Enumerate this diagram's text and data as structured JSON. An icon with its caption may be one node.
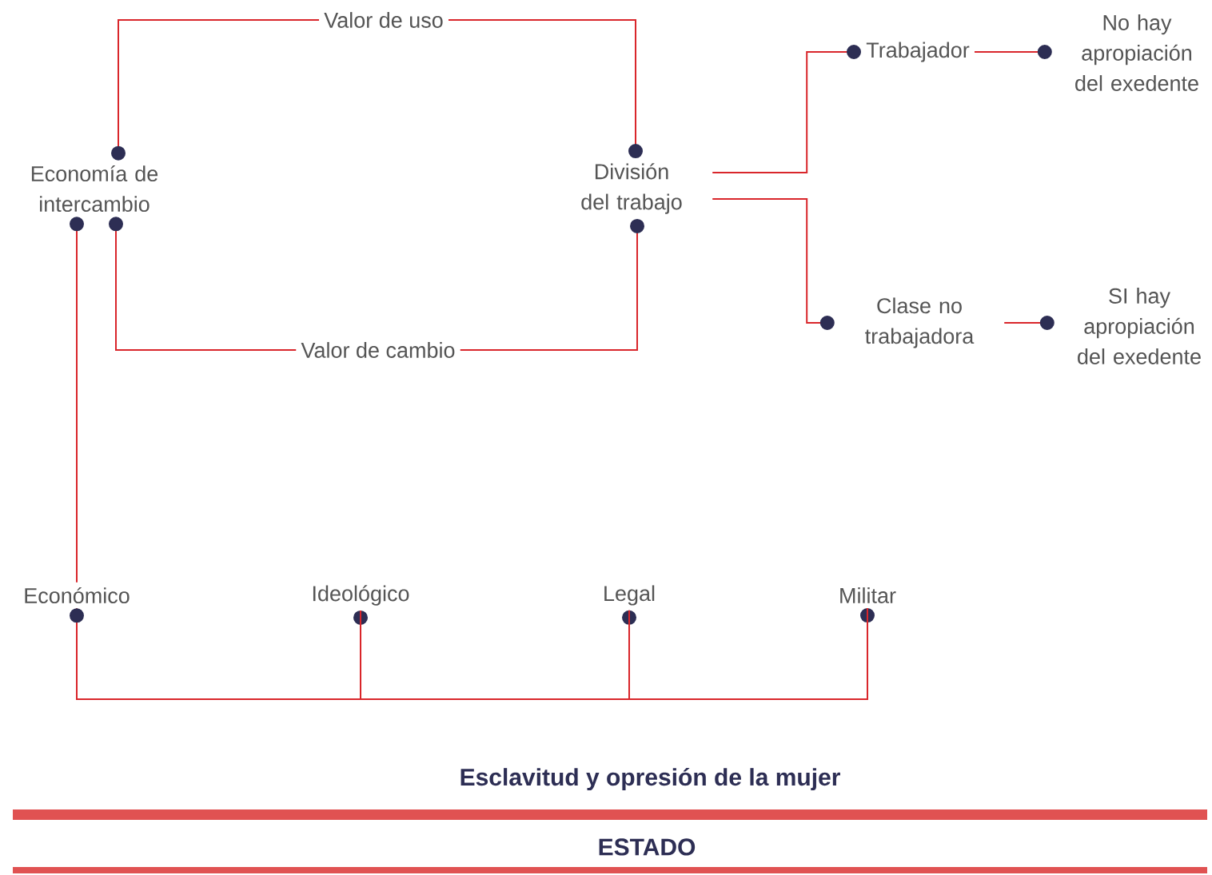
{
  "diagram": {
    "nodes": [
      {
        "text": [
          "Valor de uso"
        ]
      },
      {
        "text": [
          "Economía de intercambio"
        ]
      },
      {
        "text": [
          "División del trabajo"
        ]
      },
      {
        "text": [
          "Trabajador"
        ]
      },
      {
        "text": [
          "No hay apropiación del exedente"
        ]
      },
      {
        "text": [
          "Clase no trabajadora"
        ]
      },
      {
        "text": [
          "SI hay apropiación del exedente"
        ]
      },
      {
        "text": [
          "Valor de cambio"
        ]
      },
      {
        "text": [
          "Económico"
        ]
      },
      {
        "text": [
          "Ideológico"
        ]
      },
      {
        "text": [
          "Legal"
        ]
      },
      {
        "text": [
          "Militar"
        ]
      }
    ],
    "edges": [
      {
        "from": 0,
        "to": 1,
        "arrow": "other"
      },
      {
        "from": 0,
        "to": 2,
        "arrow": "other"
      },
      {
        "from": 7,
        "to": 1,
        "arrow": "other"
      },
      {
        "from": 7,
        "to": 2,
        "arrow": "other"
      },
      {
        "from": 2,
        "to": 3,
        "arrow": "other"
      },
      {
        "from": 2,
        "to": 5,
        "arrow": "other"
      },
      {
        "from": 3,
        "to": 4,
        "arrow": "other"
      },
      {
        "from": 5,
        "to": 6,
        "arrow": "other"
      },
      {
        "from": 8,
        "to": 1,
        "arrow": "other"
      },
      {
        "from": 8,
        "to": 9,
        "arrow": "other"
      },
      {
        "from": 9,
        "to": 10,
        "arrow": "other"
      },
      {
        "from": 10,
        "to": 11,
        "arrow": "other"
      },
      {
        "from": 11,
        "to": 8,
        "arrow": "other"
      }
    ],
    "labels": [
      "Esclavitud y opresión de la mujer",
      "ESTADO"
    ]
  }
}
